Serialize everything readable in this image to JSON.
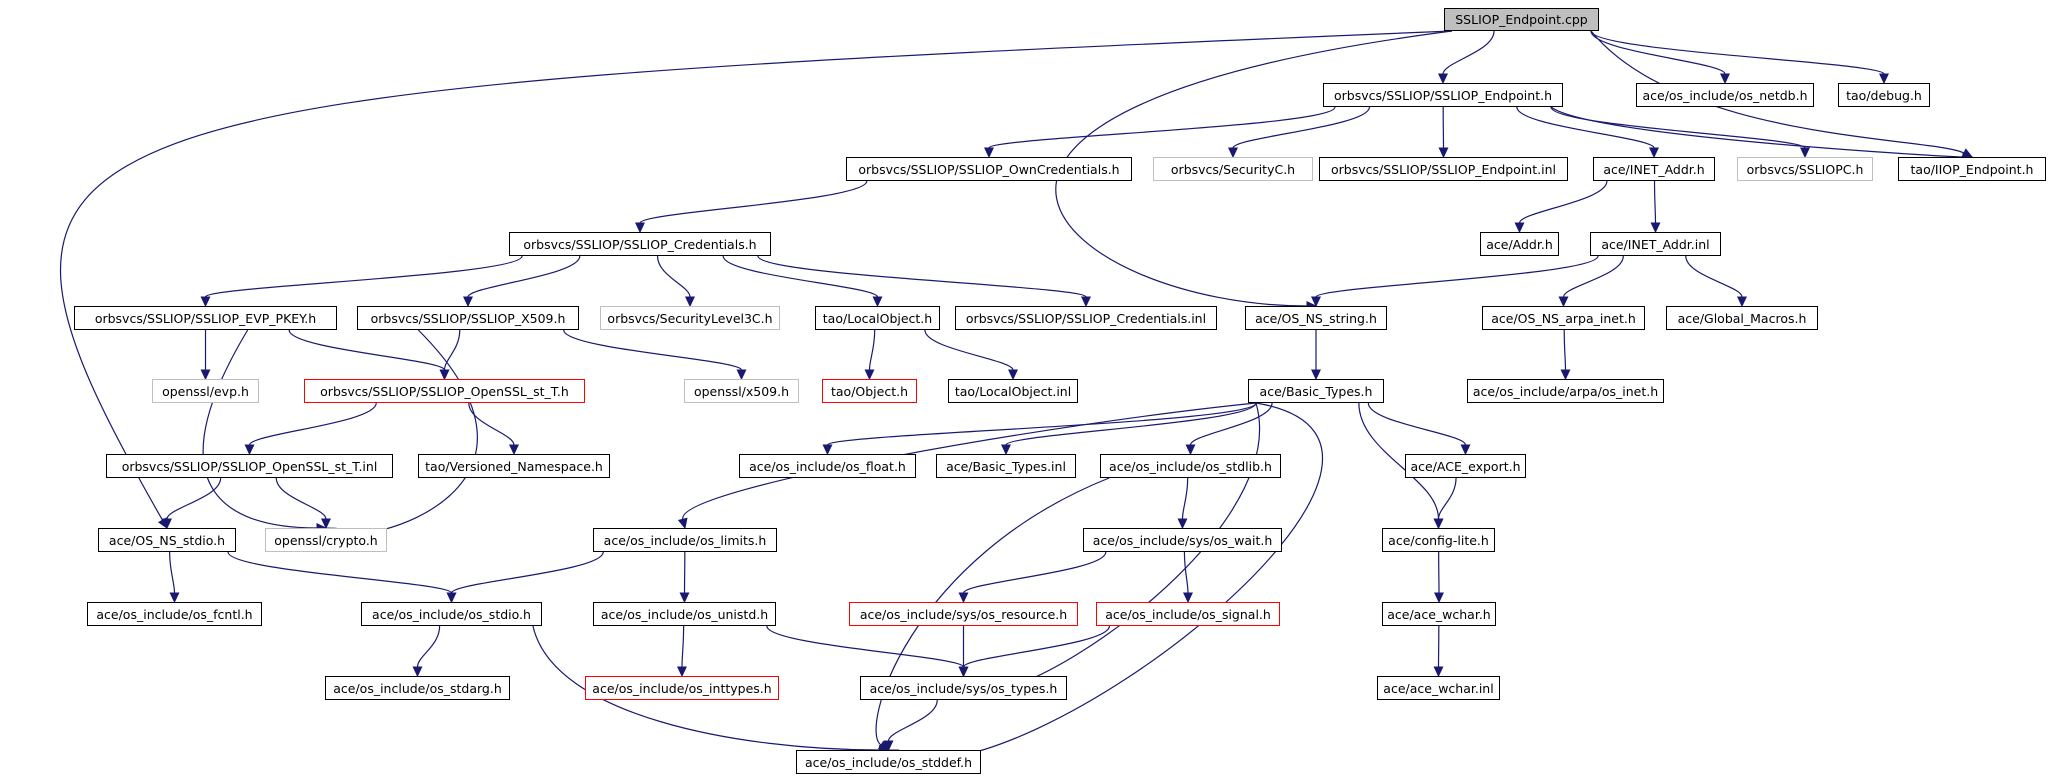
{
  "graph": {
    "title": "SSLIOP_Endpoint.cpp",
    "colors": {
      "edge": "#191970",
      "border": "#000000",
      "gray_border": "#bfbfbf",
      "red_border": "#ff0000",
      "root_fill": "#bfbfbf"
    },
    "nodes": [
      {
        "id": "root",
        "label": "SSLIOP_Endpoint.cpp",
        "style": "root"
      },
      {
        "id": "ep_h",
        "label": "orbsvcs/SSLIOP/SSLIOP_Endpoint.h",
        "style": "normal"
      },
      {
        "id": "netdb",
        "label": "ace/os_include/os_netdb.h",
        "style": "normal"
      },
      {
        "id": "debug",
        "label": "tao/debug.h",
        "style": "normal"
      },
      {
        "id": "owncred",
        "label": "orbsvcs/SSLIOP/SSLIOP_OwnCredentials.h",
        "style": "normal"
      },
      {
        "id": "secC",
        "label": "orbsvcs/SecurityC.h",
        "style": "gray"
      },
      {
        "id": "ep_inl",
        "label": "orbsvcs/SSLIOP/SSLIOP_Endpoint.inl",
        "style": "normal"
      },
      {
        "id": "inet",
        "label": "ace/INET_Addr.h",
        "style": "normal"
      },
      {
        "id": "ssliopc",
        "label": "orbsvcs/SSLIOPC.h",
        "style": "gray"
      },
      {
        "id": "iiop",
        "label": "tao/IIOP_Endpoint.h",
        "style": "normal"
      },
      {
        "id": "cred_h",
        "label": "orbsvcs/SSLIOP/SSLIOP_Credentials.h",
        "style": "normal"
      },
      {
        "id": "addr",
        "label": "ace/Addr.h",
        "style": "normal"
      },
      {
        "id": "inet_inl",
        "label": "ace/INET_Addr.inl",
        "style": "normal"
      },
      {
        "id": "evp_pkey",
        "label": "orbsvcs/SSLIOP/SSLIOP_EVP_PKEY.h",
        "style": "normal"
      },
      {
        "id": "x509h",
        "label": "orbsvcs/SSLIOP/SSLIOP_X509.h",
        "style": "normal"
      },
      {
        "id": "sl3c",
        "label": "orbsvcs/SecurityLevel3C.h",
        "style": "gray"
      },
      {
        "id": "localobj",
        "label": "tao/LocalObject.h",
        "style": "normal"
      },
      {
        "id": "cred_inl",
        "label": "orbsvcs/SSLIOP/SSLIOP_Credentials.inl",
        "style": "normal"
      },
      {
        "id": "os_ns_string",
        "label": "ace/OS_NS_string.h",
        "style": "normal"
      },
      {
        "id": "arpa_inet",
        "label": "ace/OS_NS_arpa_inet.h",
        "style": "normal"
      },
      {
        "id": "glob_macros",
        "label": "ace/Global_Macros.h",
        "style": "normal"
      },
      {
        "id": "evp",
        "label": "openssl/evp.h",
        "style": "gray"
      },
      {
        "id": "ossl_st_t",
        "label": "orbsvcs/SSLIOP/SSLIOP_OpenSSL_st_T.h",
        "style": "red"
      },
      {
        "id": "x509",
        "label": "openssl/x509.h",
        "style": "gray"
      },
      {
        "id": "object",
        "label": "tao/Object.h",
        "style": "red"
      },
      {
        "id": "localobj_inl",
        "label": "tao/LocalObject.inl",
        "style": "normal"
      },
      {
        "id": "basic_types",
        "label": "ace/Basic_Types.h",
        "style": "normal"
      },
      {
        "id": "os_arpa_inet",
        "label": "ace/os_include/arpa/os_inet.h",
        "style": "normal"
      },
      {
        "id": "ossl_st_t_inl",
        "label": "orbsvcs/SSLIOP/SSLIOP_OpenSSL_st_T.inl",
        "style": "normal"
      },
      {
        "id": "versioned",
        "label": "tao/Versioned_Namespace.h",
        "style": "normal"
      },
      {
        "id": "os_float",
        "label": "ace/os_include/os_float.h",
        "style": "normal"
      },
      {
        "id": "bt_inl",
        "label": "ace/Basic_Types.inl",
        "style": "normal"
      },
      {
        "id": "os_stdlib",
        "label": "ace/os_include/os_stdlib.h",
        "style": "normal"
      },
      {
        "id": "ace_export",
        "label": "ace/ACE_export.h",
        "style": "normal"
      },
      {
        "id": "os_ns_stdio",
        "label": "ace/OS_NS_stdio.h",
        "style": "normal"
      },
      {
        "id": "crypto",
        "label": "openssl/crypto.h",
        "style": "gray"
      },
      {
        "id": "os_limits",
        "label": "ace/os_include/os_limits.h",
        "style": "normal"
      },
      {
        "id": "os_wait",
        "label": "ace/os_include/sys/os_wait.h",
        "style": "normal"
      },
      {
        "id": "config_lite",
        "label": "ace/config-lite.h",
        "style": "normal"
      },
      {
        "id": "os_fcntl",
        "label": "ace/os_include/os_fcntl.h",
        "style": "normal"
      },
      {
        "id": "os_stdio",
        "label": "ace/os_include/os_stdio.h",
        "style": "normal"
      },
      {
        "id": "os_unistd",
        "label": "ace/os_include/os_unistd.h",
        "style": "normal"
      },
      {
        "id": "os_resource",
        "label": "ace/os_include/sys/os_resource.h",
        "style": "red"
      },
      {
        "id": "os_signal",
        "label": "ace/os_include/os_signal.h",
        "style": "red"
      },
      {
        "id": "ace_wchar",
        "label": "ace/ace_wchar.h",
        "style": "normal"
      },
      {
        "id": "os_stdarg",
        "label": "ace/os_include/os_stdarg.h",
        "style": "normal"
      },
      {
        "id": "os_inttypes",
        "label": "ace/os_include/os_inttypes.h",
        "style": "red"
      },
      {
        "id": "os_types",
        "label": "ace/os_include/sys/os_types.h",
        "style": "normal"
      },
      {
        "id": "ace_wchar_inl",
        "label": "ace/ace_wchar.inl",
        "style": "normal"
      },
      {
        "id": "os_stddef",
        "label": "ace/os_include/os_stddef.h",
        "style": "normal"
      }
    ],
    "edges": [
      [
        "root",
        "ep_h"
      ],
      [
        "root",
        "netdb"
      ],
      [
        "root",
        "debug"
      ],
      [
        "root",
        "iiop"
      ],
      [
        "root",
        "os_ns_string"
      ],
      [
        "root",
        "os_ns_stdio"
      ],
      [
        "ep_h",
        "owncred"
      ],
      [
        "ep_h",
        "secC"
      ],
      [
        "ep_h",
        "ep_inl"
      ],
      [
        "ep_h",
        "inet"
      ],
      [
        "ep_h",
        "ssliopc"
      ],
      [
        "ep_h",
        "iiop"
      ],
      [
        "owncred",
        "cred_h"
      ],
      [
        "inet",
        "addr"
      ],
      [
        "inet",
        "inet_inl"
      ],
      [
        "inet_inl",
        "os_ns_string"
      ],
      [
        "inet_inl",
        "arpa_inet"
      ],
      [
        "inet_inl",
        "glob_macros"
      ],
      [
        "cred_h",
        "evp_pkey"
      ],
      [
        "cred_h",
        "x509h"
      ],
      [
        "cred_h",
        "sl3c"
      ],
      [
        "cred_h",
        "localobj"
      ],
      [
        "cred_h",
        "cred_inl"
      ],
      [
        "evp_pkey",
        "evp"
      ],
      [
        "evp_pkey",
        "ossl_st_t"
      ],
      [
        "evp_pkey",
        "crypto"
      ],
      [
        "x509h",
        "ossl_st_t"
      ],
      [
        "x509h",
        "x509"
      ],
      [
        "x509h",
        "crypto"
      ],
      [
        "localobj",
        "object"
      ],
      [
        "localobj",
        "localobj_inl"
      ],
      [
        "os_ns_string",
        "basic_types"
      ],
      [
        "arpa_inet",
        "os_arpa_inet"
      ],
      [
        "ossl_st_t",
        "ossl_st_t_inl"
      ],
      [
        "ossl_st_t",
        "versioned"
      ],
      [
        "ossl_st_t_inl",
        "os_ns_stdio"
      ],
      [
        "ossl_st_t_inl",
        "crypto"
      ],
      [
        "basic_types",
        "os_limits"
      ],
      [
        "basic_types",
        "os_float"
      ],
      [
        "basic_types",
        "bt_inl"
      ],
      [
        "basic_types",
        "os_stdlib"
      ],
      [
        "basic_types",
        "ace_export"
      ],
      [
        "basic_types",
        "config_lite"
      ],
      [
        "basic_types",
        "os_types"
      ],
      [
        "basic_types",
        "os_stddef"
      ],
      [
        "os_stdlib",
        "os_wait"
      ],
      [
        "os_stdlib",
        "os_stddef"
      ],
      [
        "ace_export",
        "config_lite"
      ],
      [
        "os_ns_stdio",
        "os_fcntl"
      ],
      [
        "os_ns_stdio",
        "os_stdio"
      ],
      [
        "os_limits",
        "os_stdio"
      ],
      [
        "os_limits",
        "os_unistd"
      ],
      [
        "os_wait",
        "os_resource"
      ],
      [
        "os_wait",
        "os_signal"
      ],
      [
        "config_lite",
        "ace_wchar"
      ],
      [
        "os_stdio",
        "os_stdarg"
      ],
      [
        "os_stdio",
        "os_stddef"
      ],
      [
        "os_unistd",
        "os_inttypes"
      ],
      [
        "os_unistd",
        "os_types"
      ],
      [
        "os_resource",
        "os_types"
      ],
      [
        "os_signal",
        "os_types"
      ],
      [
        "ace_wchar",
        "ace_wchar_inl"
      ],
      [
        "os_types",
        "os_stddef"
      ]
    ]
  }
}
